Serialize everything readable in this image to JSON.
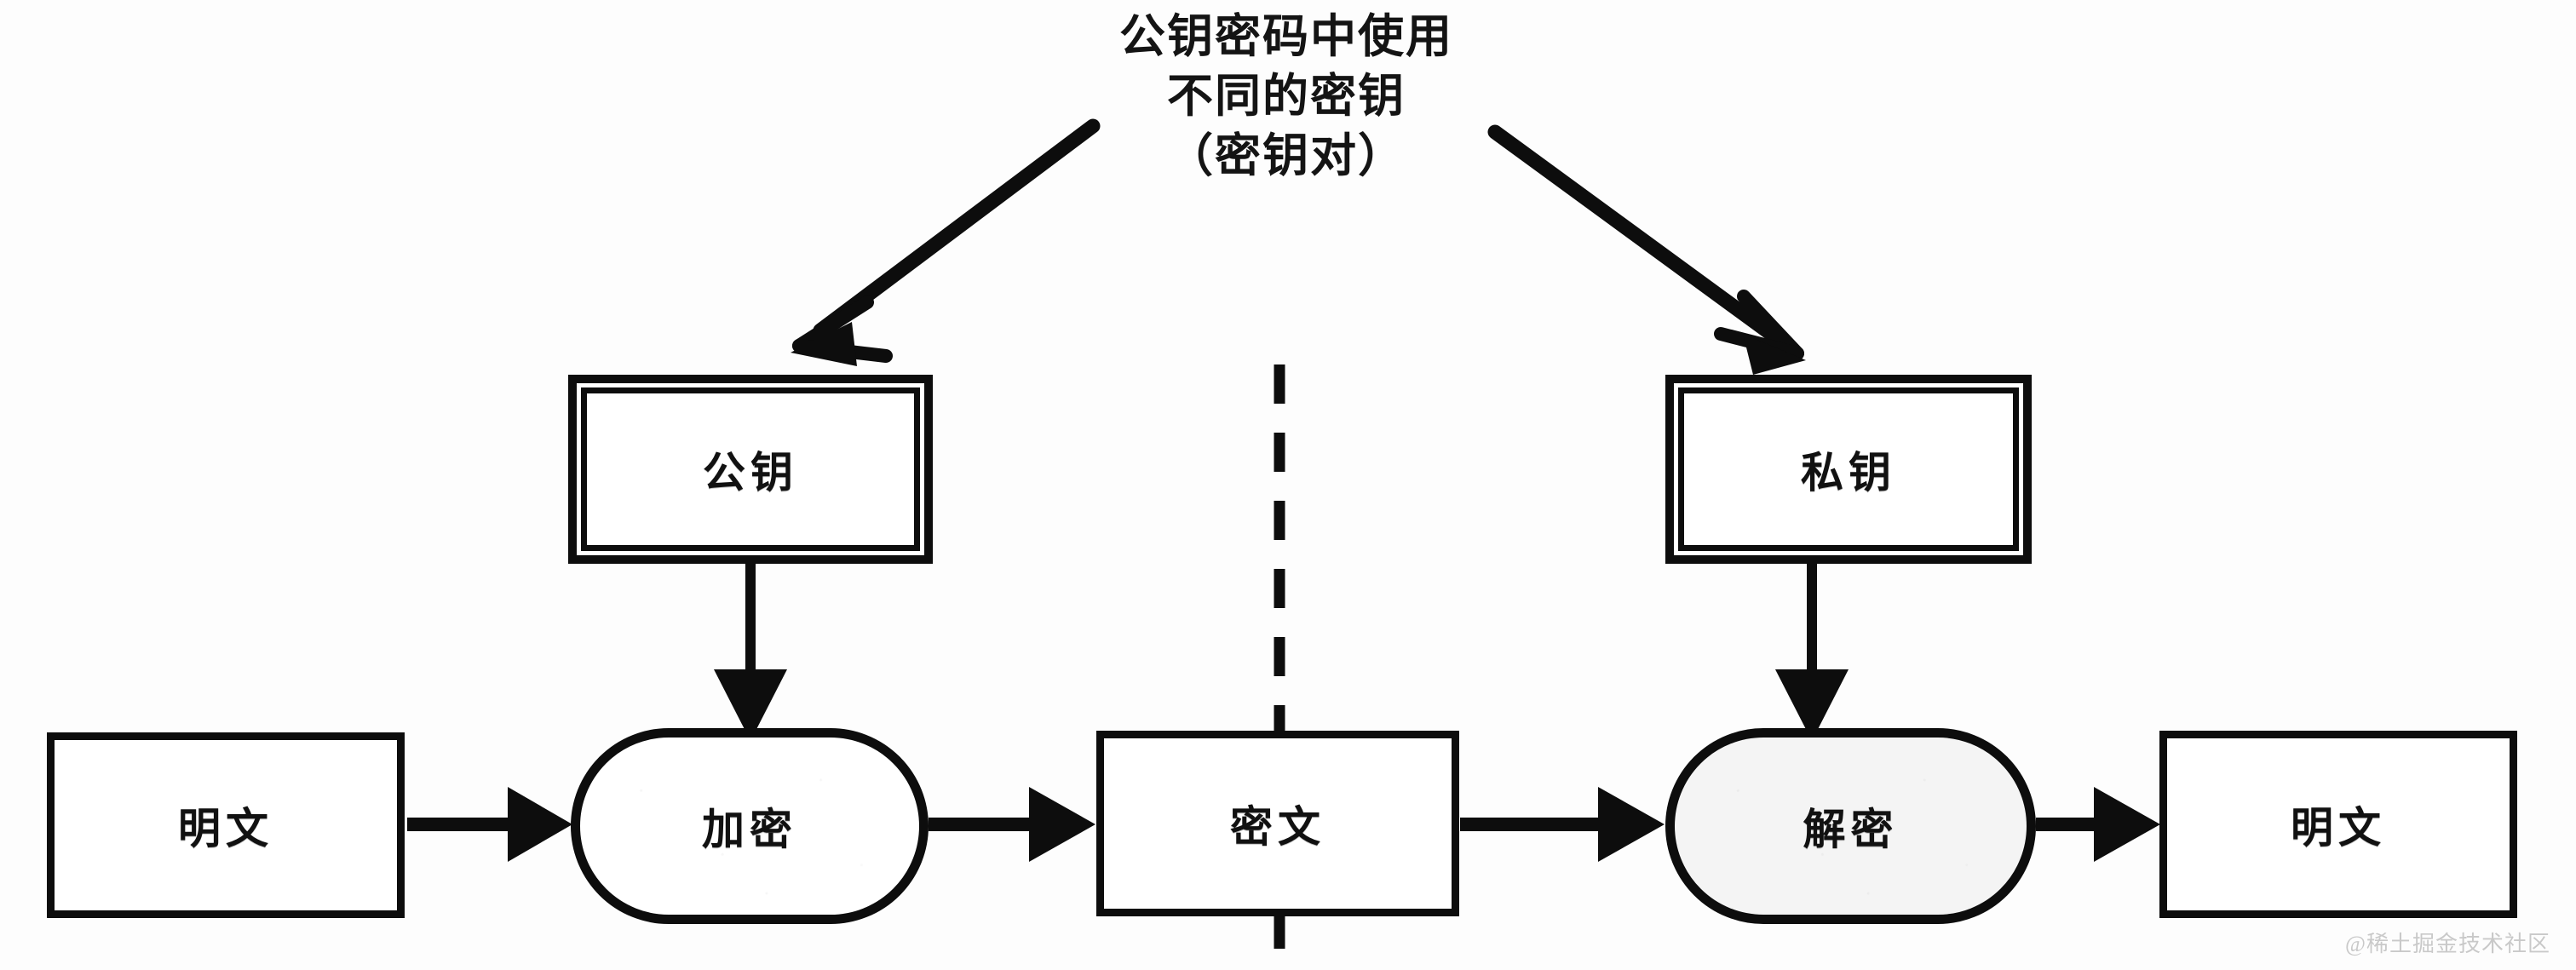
{
  "title": {
    "lines": [
      "公钥密码中使用",
      "不同的密钥",
      "（密钥对）"
    ]
  },
  "nodes": {
    "plaintext_left": "明文",
    "encrypt": "加密",
    "ciphertext": "密文",
    "decrypt": "解密",
    "plaintext_right": "明文",
    "public_key": "公钥",
    "private_key": "私钥"
  },
  "colors": {
    "stroke": "#0d0d0d",
    "background": "#fdfdfd",
    "decrypt_fill": "#f4f4f4",
    "watermark": "#c9c9c9"
  },
  "icons": {
    "title_arrow_left": "arrow-down-left-icon",
    "title_arrow_right": "arrow-down-right-icon",
    "key_arrow_left": "arrow-down-icon",
    "key_arrow_right": "arrow-down-icon",
    "flow_arrow": "arrow-right-icon",
    "divider": "dashed-vertical-divider-icon"
  },
  "watermark": "@稀土掘金技术社区"
}
